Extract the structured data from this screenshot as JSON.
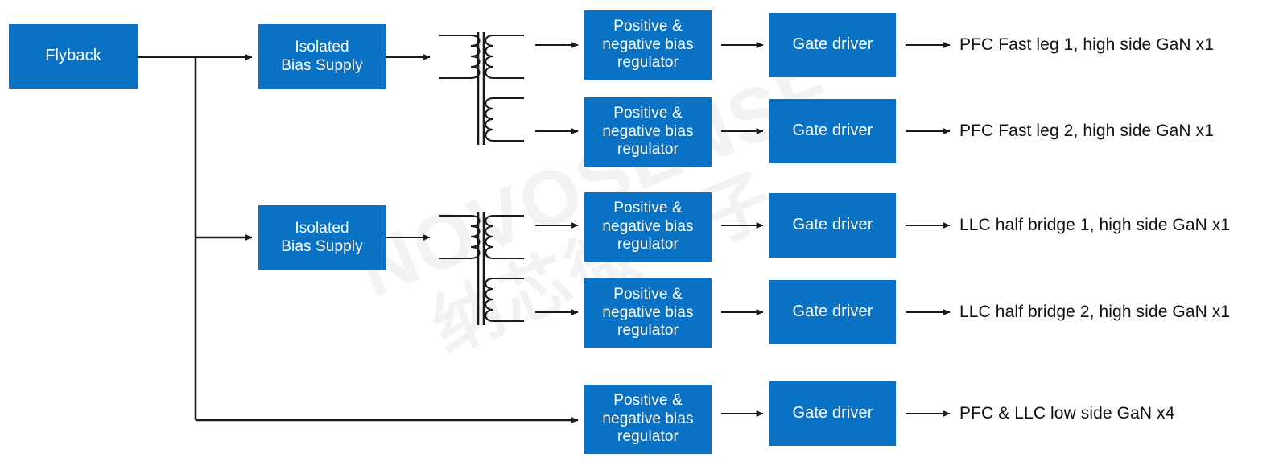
{
  "diagram": {
    "title": "Isolated bias supply and gate driver distribution block diagram",
    "colors": {
      "box_fill": "#0A72C4",
      "box_text": "#FFFFFF",
      "wire": "#1A1A1A",
      "label_text": "#111111",
      "background": "#FFFFFF",
      "watermark": "#F2F2F2"
    },
    "watermark": {
      "text_latin": "NOVOSENSE",
      "text_cn": "纳芯微电子"
    },
    "source": {
      "label": "Flyback"
    },
    "isolated_bias_supplies": [
      {
        "label": "Isolated\nBias Supply"
      },
      {
        "label": "Isolated\nBias Supply"
      }
    ],
    "transformers": [
      {
        "name": "transformer-1",
        "primary_windings": 2,
        "secondary_groups": 2
      },
      {
        "name": "transformer-2",
        "primary_windings": 2,
        "secondary_groups": 2
      }
    ],
    "rows": [
      {
        "regulator": "Positive &\nnegative bias\nregulator",
        "gate_driver": "Gate driver",
        "output": "PFC Fast leg 1, high side GaN x1"
      },
      {
        "regulator": "Positive &\nnegative bias\nregulator",
        "gate_driver": "Gate driver",
        "output": "PFC Fast leg 2, high side GaN x1"
      },
      {
        "regulator": "Positive &\nnegative bias\nregulator",
        "gate_driver": "Gate driver",
        "output": "LLC half bridge 1, high side GaN x1"
      },
      {
        "regulator": "Positive &\nnegative bias\nregulator",
        "gate_driver": "Gate driver",
        "output": "LLC half bridge 2, high side GaN x1"
      },
      {
        "regulator": "Positive &\nnegative bias\nregulator",
        "gate_driver": "Gate driver",
        "output": "PFC &amp; LLC low side GaN x4"
      }
    ]
  }
}
